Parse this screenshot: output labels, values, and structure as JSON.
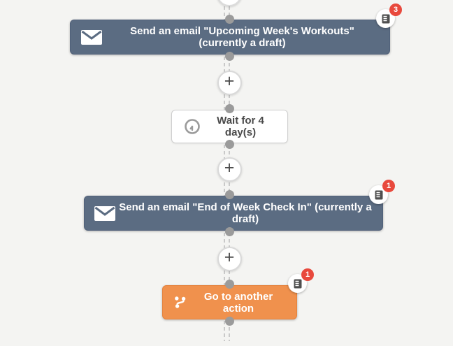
{
  "colors": {
    "canvas_bg": "#f4f4f2",
    "email_node_bg": "#5b6c82",
    "goto_node_bg": "#f0914d",
    "badge_red": "#e8493d",
    "connector_gray": "#c9c9c9",
    "anchor_dot_gray": "#9b9b9b",
    "wait_text": "#4a4a4a"
  },
  "workflow": {
    "nodes": [
      {
        "type": "email",
        "label": "Send an email \"Upcoming Week's Workouts\" (currently a draft)",
        "badge_count": "3"
      },
      {
        "type": "wait",
        "label": "Wait for 4 day(s)"
      },
      {
        "type": "email",
        "label": "Send an email \"End of Week Check In\" (currently a draft)",
        "badge_count": "1"
      },
      {
        "type": "goto",
        "label": "Go to another action",
        "badge_count": "1"
      }
    ],
    "add_step": {
      "symbol": "+"
    }
  }
}
